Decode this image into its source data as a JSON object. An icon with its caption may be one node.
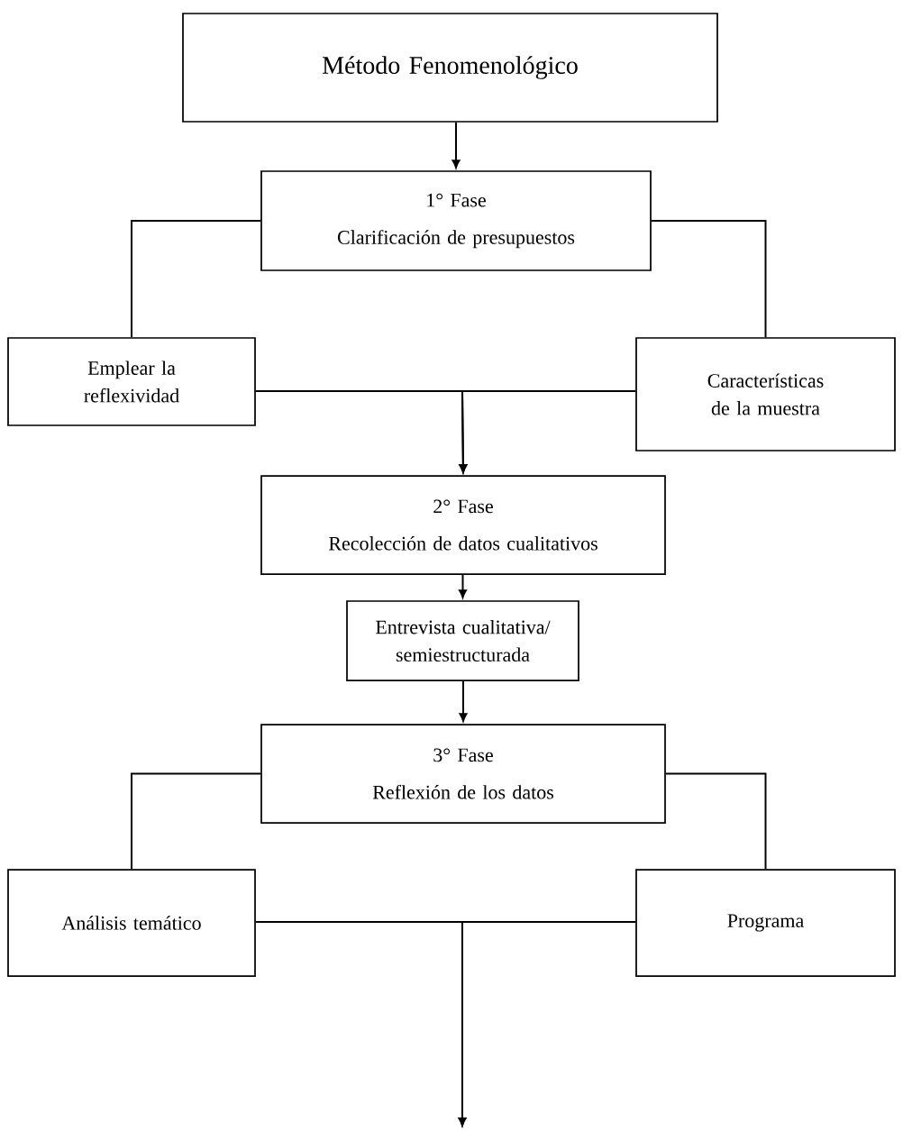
{
  "diagram": {
    "nodes": [
      {
        "text": [
          "Método Fenomenológico"
        ]
      },
      {
        "text": [
          "1° Fase",
          "Clarificación de presupuestos"
        ]
      },
      {
        "text": [
          "Emplear la reflexividad"
        ]
      },
      {
        "text": [
          "Características de la muestra"
        ]
      },
      {
        "text": [
          "2° Fase",
          "Recolección de datos cualitativos"
        ]
      },
      {
        "text": [
          "Entrevista cualitativa/ semiestructurada"
        ]
      },
      {
        "text": [
          "3° Fase",
          "Reflexión de los datos"
        ]
      },
      {
        "text": [
          "Análisis temático"
        ]
      },
      {
        "text": [
          "Programa"
        ]
      }
    ],
    "edges": [
      {
        "from": 0,
        "to": 1,
        "arrow": "to"
      },
      {
        "from": 1,
        "to": 2,
        "arrow": "none"
      },
      {
        "from": 1,
        "to": 3,
        "arrow": "none"
      },
      {
        "from": 2,
        "to": 4,
        "arrow": "to"
      },
      {
        "from": 3,
        "to": 4,
        "arrow": "to"
      },
      {
        "from": 4,
        "to": 5,
        "arrow": "to"
      },
      {
        "from": 5,
        "to": 6,
        "arrow": "to"
      },
      {
        "from": 6,
        "to": 7,
        "arrow": "none"
      },
      {
        "from": 6,
        "to": 8,
        "arrow": "none"
      },
      {
        "from": 7,
        "to": null,
        "arrow": "to"
      },
      {
        "from": 8,
        "to": null,
        "arrow": "to"
      }
    ]
  }
}
